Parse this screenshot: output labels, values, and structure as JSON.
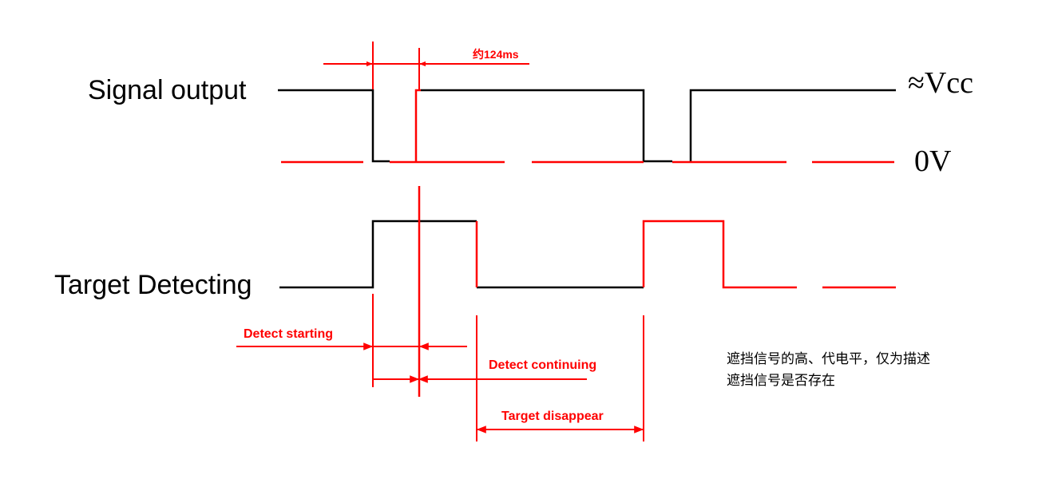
{
  "labels": {
    "signal_output": "Signal output",
    "target_detecting": "Target Detecting",
    "vcc": "≈Vcc",
    "zero_v": "0V",
    "period": "约124ms",
    "detect_starting": "Detect starting",
    "detect_continuing": "Detect continuing",
    "target_disappear": "Target disappear"
  },
  "note": {
    "line1": "遮挡信号的高、代电平，仅为描述",
    "line2": "遮挡信号是否存在"
  },
  "colors": {
    "signal_line": "#000000",
    "annotation": "#ff0000"
  }
}
